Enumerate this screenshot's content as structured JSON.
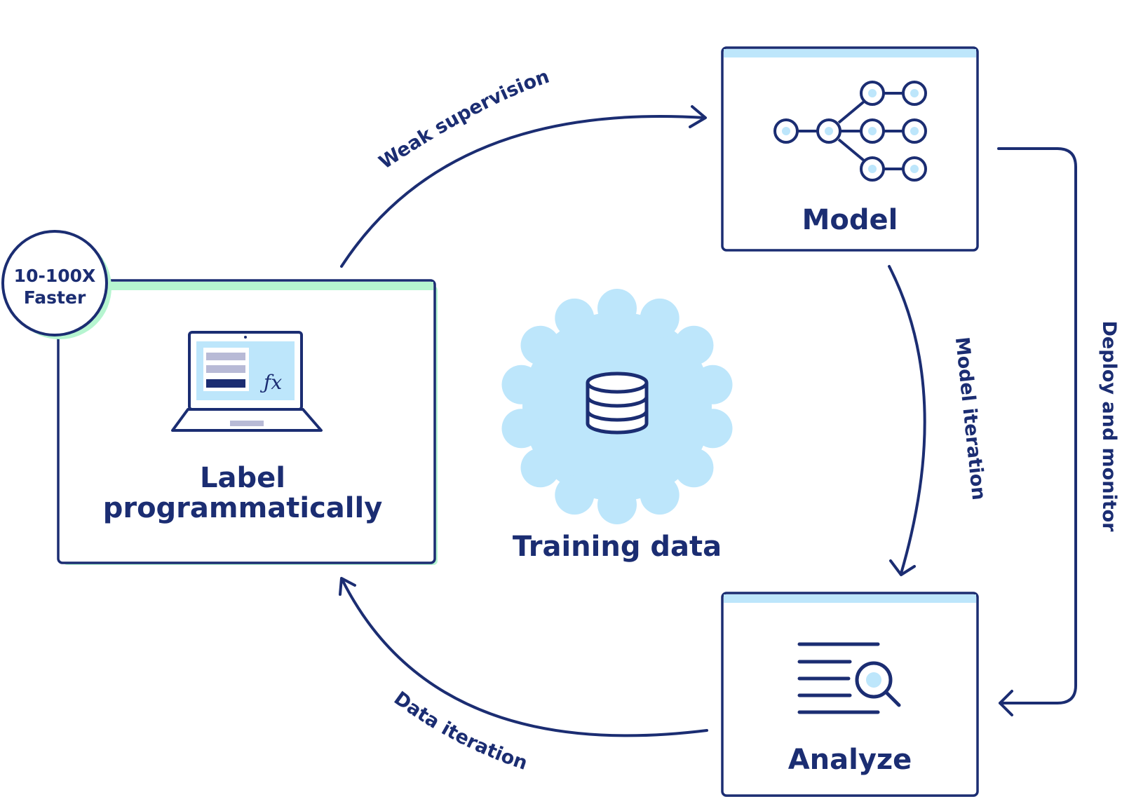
{
  "colors": {
    "navy": "#1b2d72",
    "light_blue": "#bde6fb",
    "mint": "#b6f5d0",
    "gray": "#b8bad6",
    "white": "#ffffff"
  },
  "badge": {
    "line1": "10-100X",
    "line2": "Faster"
  },
  "boxes": {
    "label": {
      "line1": "Label",
      "line2": "programmatically",
      "icon": "laptop-icon"
    },
    "model": {
      "title": "Model",
      "icon": "neural-network-icon"
    },
    "analyze": {
      "title": "Analyze",
      "icon": "document-search-icon"
    }
  },
  "center": {
    "title": "Training data",
    "icon": "database-icon"
  },
  "arrows": {
    "weak_supervision": "Weak supervision",
    "model_iteration": "Model iteration",
    "deploy_and_monitor": "Deploy and monitor",
    "data_iteration": "Data iteration"
  }
}
